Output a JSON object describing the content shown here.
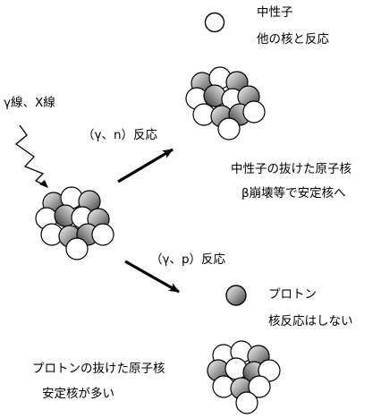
{
  "labels": {
    "neutron_title": "中性子",
    "neutron_desc": "他の核と反応",
    "incoming": "γ線、X線",
    "reaction_gn": "（γ、n）反応",
    "residual_n_title": "中性子の抜けた原子核",
    "residual_n_desc": "β崩壊等で安定核へ",
    "reaction_gp": "（γ、p）反応",
    "proton_title": "プロトン",
    "proton_desc": "核反応はしない",
    "residual_p_title": "プロトンの抜けた原子核",
    "residual_p_desc": "安定核が多い"
  },
  "icons": {
    "neutron": "white-sphere",
    "proton": "gray-shaded-sphere",
    "photon": "wavy-arrow",
    "nucleus": "cluster-of-spheres"
  },
  "colors": {
    "neutron_fill": "#ffffff",
    "proton_dark": "#4a4a4a",
    "proton_light": "#f2f2f2",
    "stroke": "#000000"
  }
}
